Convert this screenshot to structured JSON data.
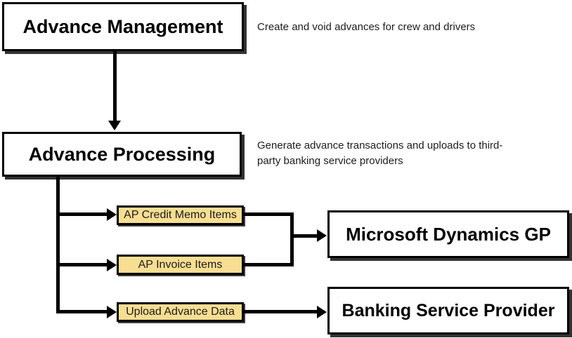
{
  "diagram": {
    "nodes": {
      "advance_management": {
        "label": "Advance Management"
      },
      "advance_processing": {
        "label": "Advance Processing"
      },
      "ap_credit_memo_items": {
        "label": "AP Credit Memo Items"
      },
      "ap_invoice_items": {
        "label": "AP Invoice Items"
      },
      "upload_advance_data": {
        "label": "Upload Advance Data"
      },
      "microsoft_dynamics_gp": {
        "label": "Microsoft Dynamics GP"
      },
      "banking_service_provider": {
        "label": "Banking Service Provider"
      }
    },
    "annotations": {
      "advance_management_description": "Create and void advances for crew and drivers",
      "advance_processing_description": "Generate advance transactions and uploads to third-party banking service providers"
    },
    "edges": [
      {
        "from": "advance_management",
        "to": "advance_processing"
      },
      {
        "from": "advance_processing",
        "to": "ap_credit_memo_items"
      },
      {
        "from": "advance_processing",
        "to": "ap_invoice_items"
      },
      {
        "from": "advance_processing",
        "to": "upload_advance_data"
      },
      {
        "from": "ap_credit_memo_items",
        "to": "microsoft_dynamics_gp"
      },
      {
        "from": "ap_invoice_items",
        "to": "microsoft_dynamics_gp"
      },
      {
        "from": "upload_advance_data",
        "to": "banking_service_provider"
      }
    ],
    "colors": {
      "connector": "#000000",
      "process_box_fill": "#ffffff",
      "process_box_border": "#000000",
      "task_box_fill": "#F8DE92",
      "task_box_border": "#000000"
    }
  }
}
